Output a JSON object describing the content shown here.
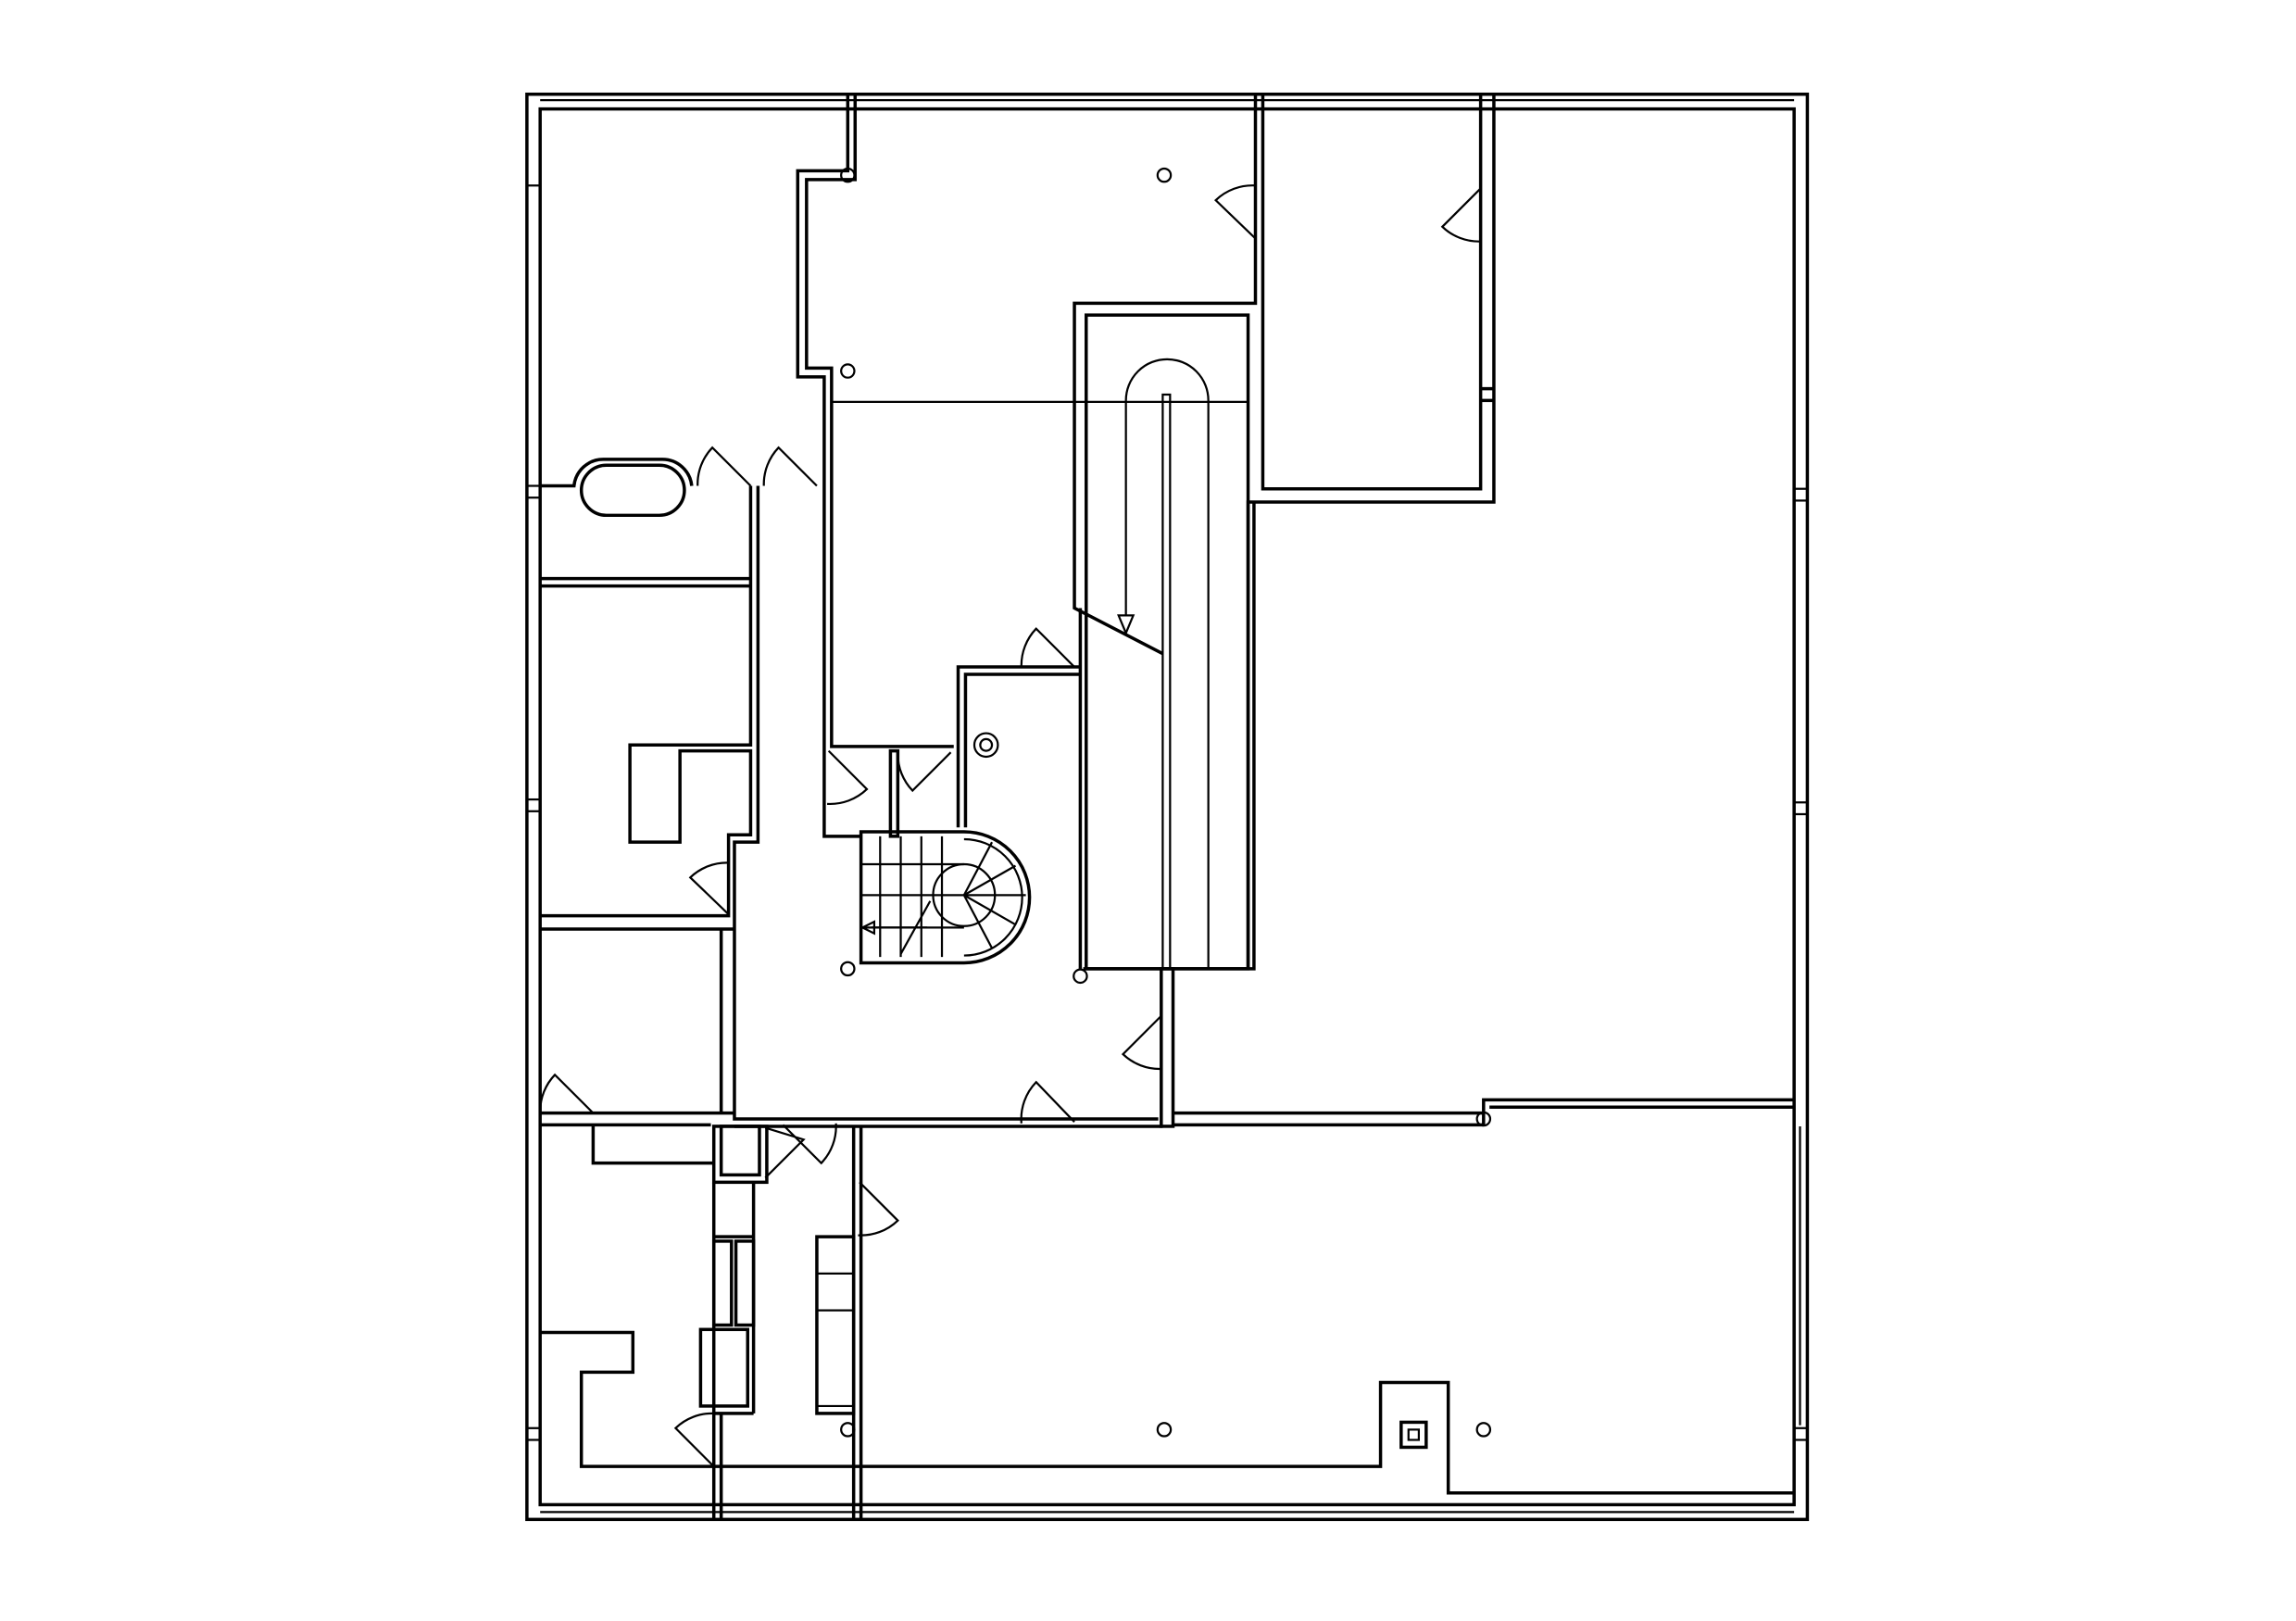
{
  "drawing": {
    "type": "floor-plan",
    "line_color": "#000000",
    "background_color": "#ffffff",
    "elements": [
      "exterior-walls",
      "interior-walls",
      "doors",
      "ramp",
      "spiral-staircase",
      "columns",
      "bathtub",
      "chimney-flue"
    ]
  }
}
